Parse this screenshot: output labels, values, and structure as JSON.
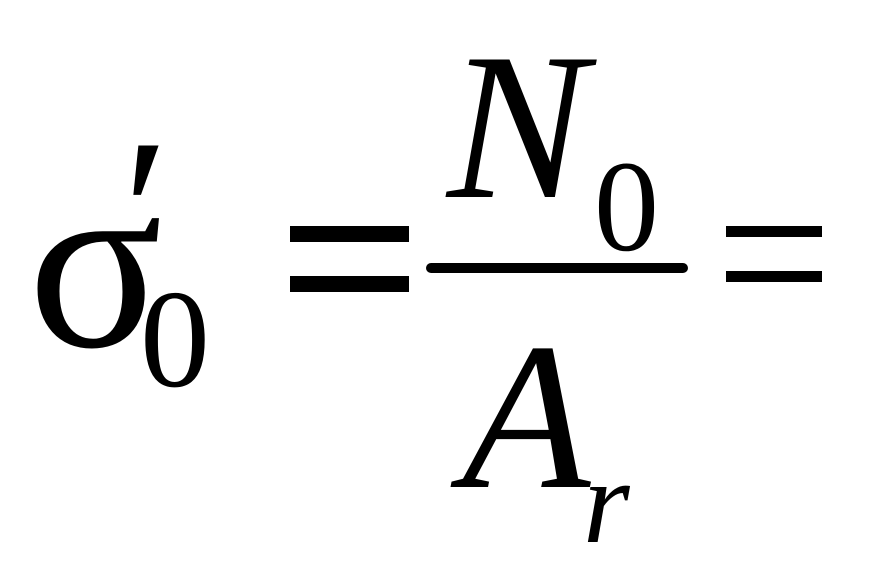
{
  "formula": {
    "lhs": {
      "symbol": "σ",
      "prime": "′",
      "subscript": "0"
    },
    "equals": "=",
    "fraction": {
      "numerator": {
        "symbol": "N",
        "subscript": "0"
      },
      "denominator": {
        "symbol": "A",
        "subscript": "r"
      }
    },
    "trailing_equals": "="
  }
}
